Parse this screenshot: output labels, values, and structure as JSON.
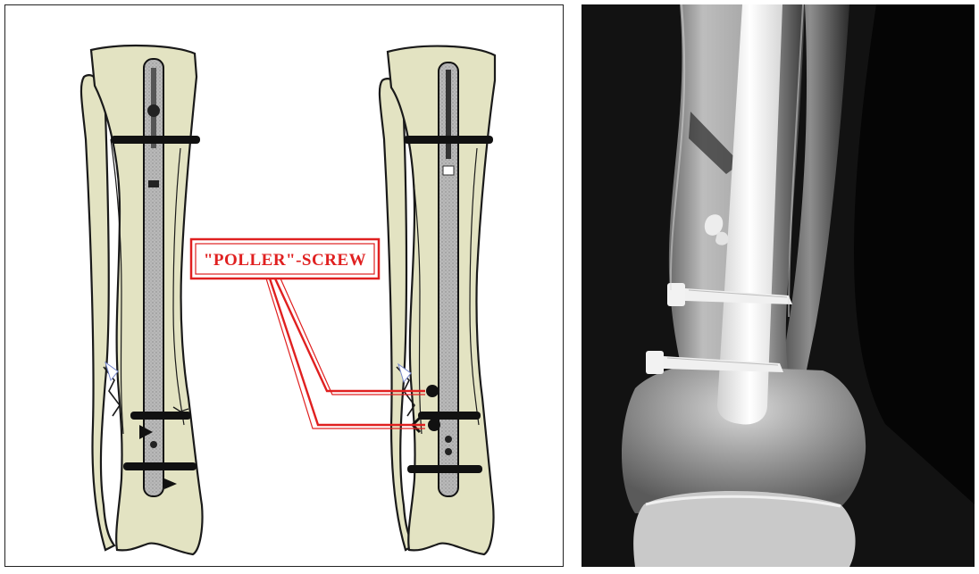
{
  "figure": {
    "callout_label": "\"POLLER\"-SCREW",
    "colors": {
      "bone_fill": "#e3e3c2",
      "bone_outline": "#1a1a1a",
      "nail_fill": "#a8a8a8",
      "nail_outline": "#111111",
      "screw": "#111111",
      "callout": "#e02020",
      "xray_background": "#050505",
      "xray_bone": "#bdbdbd",
      "xray_implant": "#f4f4f4"
    },
    "left_panel": {
      "diagrams": [
        "before-poller",
        "with-poller"
      ]
    },
    "right_panel": {
      "content": "xray-radiograph"
    }
  }
}
